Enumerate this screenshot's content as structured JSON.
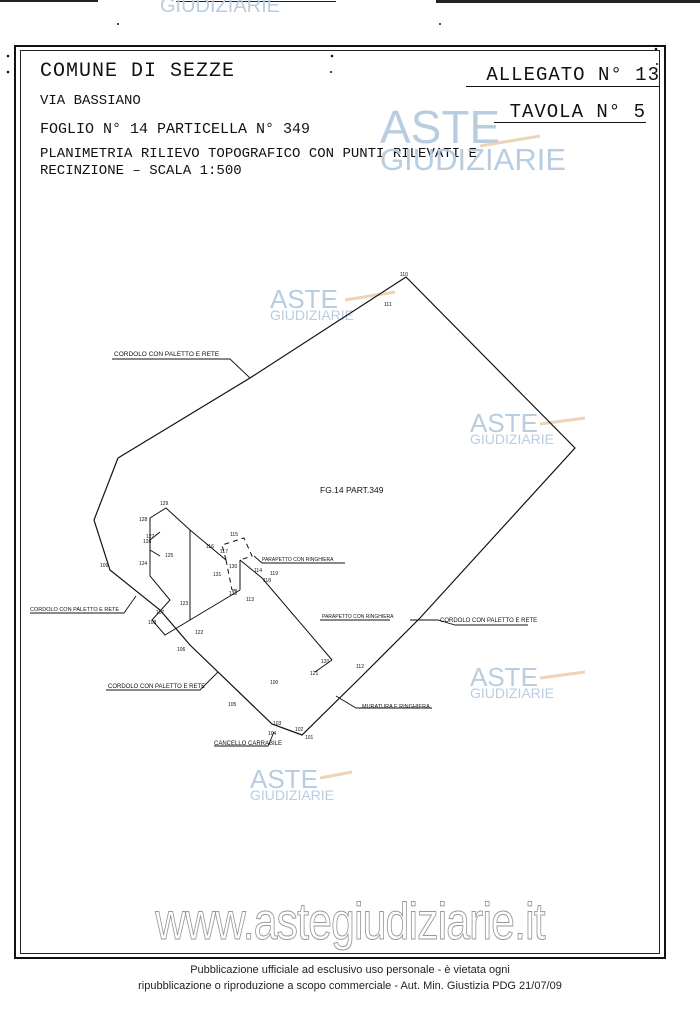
{
  "header": {
    "top_watermark": "GIUDIZIARIE"
  },
  "title_block": {
    "comune": "COMUNE DI SEZZE",
    "via": "VIA BASSIANO",
    "foglio": "FOGLIO N° 14 PARTICELLA N° 349",
    "planimetria_line1": "PLANIMETRIA RILIEVO TOPOGRAFICO CON PUNTI RILEVATI E",
    "planimetria_line2": "RECINZIONE – SCALA 1:500",
    "allegato": "ALLEGATO N° 13",
    "tavola": "TAVOLA N° 5"
  },
  "watermarks": {
    "aste": "ASTE",
    "giudiziarie": "GIUDIZIARIE",
    "site": "www.astegiudiziarie.it"
  },
  "plan": {
    "parcel_label": "FG.14 PART.349",
    "callouts": {
      "cordolo_top": "CORDOLO CON PALETTO E RETE",
      "cordolo_left": "CORDOLO CON PALETTO E RETE",
      "cordolo_right": "CORDOLO CON PALETTO E RETE",
      "cordolo_bottom": "CORDOLO CON PALETTO E RETE",
      "parapetto_1": "PARAPETTO CON RINGHIERA",
      "parapetto_2": "PARAPETTO CON RINGHIERA",
      "muratura": "MURATURA E RINGHIERA",
      "cancello": "CANCELLO CARRABILE"
    },
    "points": {
      "p110": "110",
      "p111": "111",
      "p129": "129",
      "p128": "128",
      "p127": "127",
      "p126": "126",
      "p125": "125",
      "p124": "124",
      "p109": "109",
      "p107": "107",
      "p108": "108",
      "p106": "106",
      "p123": "123",
      "p122": "122",
      "p115": "115",
      "p116": "116",
      "p117": "117",
      "p130": "130",
      "p131": "131",
      "p114": "114",
      "p119": "119",
      "p118": "118",
      "p132": "132",
      "p113": "113",
      "p100": "100",
      "p105": "105",
      "p103": "103",
      "p104": "104",
      "p102": "102",
      "p101": "101",
      "p112": "112",
      "p120": "120",
      "p121": "121"
    }
  },
  "footer": {
    "line1": "Pubblicazione ufficiale ad esclusivo uso personale - è vietata ogni",
    "line2": "ripubblicazione o riproduzione a scopo commerciale - Aut. Min. Giustizia PDG 21/07/09"
  }
}
